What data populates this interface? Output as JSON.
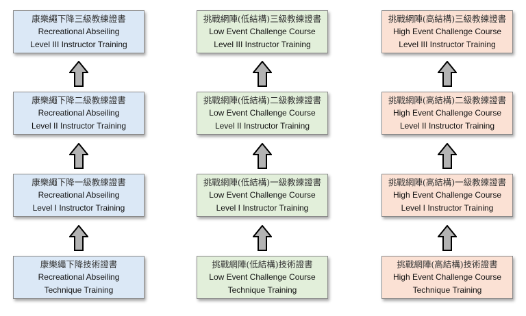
{
  "columns": [
    {
      "id": "abseiling",
      "color": "#dbe8f6",
      "boxes": [
        {
          "zh": "康樂繩下降三級教練證書",
          "en1": "Recreational Abseiling",
          "en2": "Level III Instructor Training"
        },
        {
          "zh": "康樂繩下降二級教練證書",
          "en1": "Recreational Abseiling",
          "en2": "Level II Instructor Training"
        },
        {
          "zh": "康樂繩下降一級教練證書",
          "en1": "Recreational Abseiling",
          "en2": "Level I Instructor Training"
        },
        {
          "zh": "康樂繩下降技術證書",
          "en1": "Recreational Abseiling",
          "en2": "Technique Training"
        }
      ]
    },
    {
      "id": "low-event",
      "color": "#e2efda",
      "boxes": [
        {
          "zh": "挑戰網陣(低結構)三級教練證書",
          "en1": "Low Event Challenge Course",
          "en2": "Level III Instructor Training"
        },
        {
          "zh": "挑戰網陣(低結構)二級教練證書",
          "en1": "Low Event Challenge Course",
          "en2": "Level II Instructor Training"
        },
        {
          "zh": "挑戰網陣(低結構)一級教練證書",
          "en1": "Low Event Challenge Course",
          "en2": "Level I Instructor Training"
        },
        {
          "zh": "挑戰網陣(低結構)技術證書",
          "en1": "Low Event Challenge Course",
          "en2": "Technique Training"
        }
      ]
    },
    {
      "id": "high-event",
      "color": "#fbe1d4",
      "boxes": [
        {
          "zh": "挑戰網陣(高結構)三級教練證書",
          "en1": "High Event Challenge Course",
          "en2": "Level III Instructor Training"
        },
        {
          "zh": "挑戰網陣(高結構)二級教練證書",
          "en1": "High Event Challenge Course",
          "en2": "Level II Instructor Training"
        },
        {
          "zh": "挑戰網陣(高結構)一級教練證書",
          "en1": "High Event Challenge Course",
          "en2": "Level I Instructor Training"
        },
        {
          "zh": "挑戰網陣(高結構)技術證書",
          "en1": "High Event Challenge Course",
          "en2": "Technique Training"
        }
      ]
    }
  ],
  "arrow_icon": "up-arrow-icon",
  "arrow_color": "#b3b3b3"
}
